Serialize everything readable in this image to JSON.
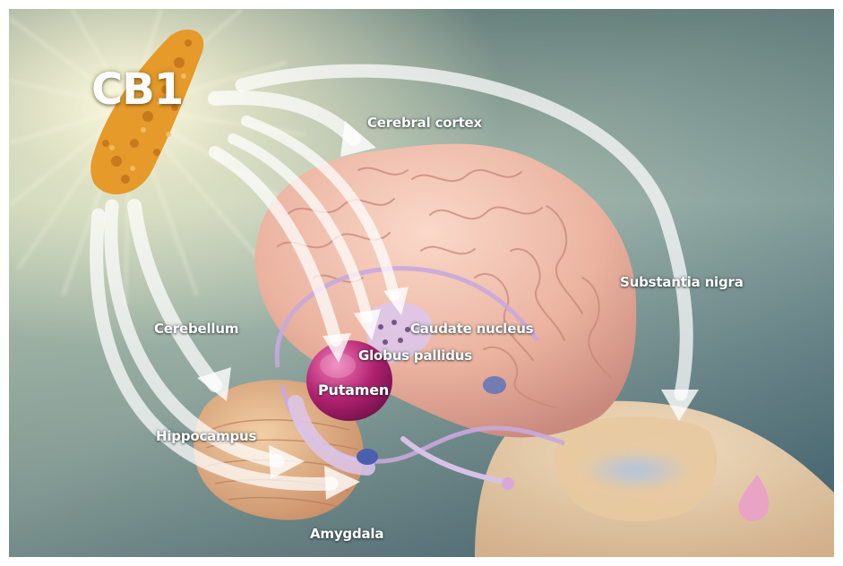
{
  "receptor": {
    "label": "CB1"
  },
  "regions": {
    "cerebral_cortex": "Cerebral cortex",
    "substantia_nigra": "Substantia nigra",
    "cerebellum": "Cerebellum",
    "caudate_nucleus": "Caudate nucleus",
    "globus_pallidus": "Globus pallidus",
    "putamen": "Putamen",
    "hippocampus": "Hippocampus",
    "amygdala": "Amygdala"
  },
  "colors": {
    "background_light": "#c9d6c2",
    "background_dark": "#4f6f7c",
    "brain": "#eab3a2",
    "cerebellum": "#e7b38c",
    "limbic": "#d7c2e6",
    "putamen": "#b1226f",
    "receptor": "#e59a2a",
    "arrow": "#ffffff"
  }
}
